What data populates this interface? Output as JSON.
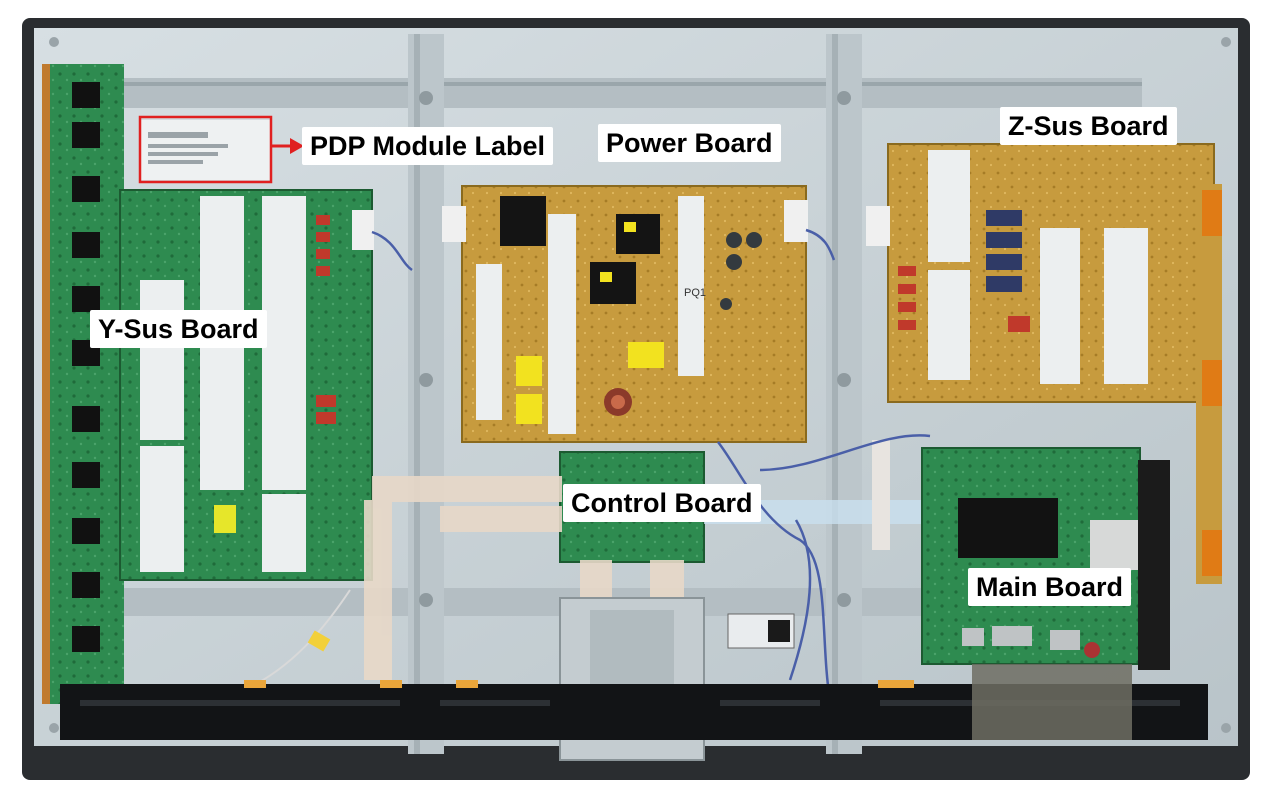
{
  "labels": {
    "pdp_module_label": "PDP Module Label",
    "power_board": "Power Board",
    "z_sus_board": "Z-Sus Board",
    "y_sus_board": "Y-Sus Board",
    "control_board": "Control Board",
    "main_board": "Main Board",
    "pcb_marking": "PQ1"
  },
  "colors": {
    "callout_bg": "#ffffff",
    "callout_text": "#000000",
    "highlight_box": "#e02020",
    "chassis": "#c9d3d8",
    "green_pcb": "#2f8a4f",
    "gold_pcb": "#c59a3c"
  }
}
